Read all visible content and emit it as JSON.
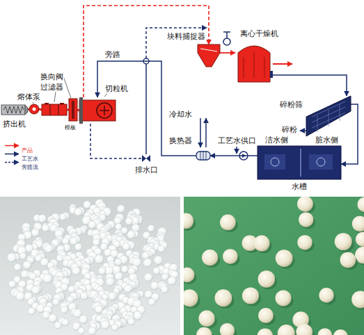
{
  "diagram": {
    "nodes": [
      {
        "text": [
          "挤出机"
        ]
      },
      {
        "text": [
          "熔体泵"
        ]
      },
      {
        "text": [
          "过滤器"
        ]
      },
      {
        "text": [
          "换向阀"
        ]
      },
      {
        "text": [
          "切粒机"
        ]
      },
      {
        "text": [
          "块料捕捉器"
        ]
      },
      {
        "text": [
          "离心干燥机"
        ]
      },
      {
        "text": [
          "换热器"
        ]
      },
      {
        "text": [
          "碎粉筛"
        ]
      },
      {
        "text": [
          "水槽"
        ]
      }
    ],
    "edges": [
      {
        "from": 0,
        "to": 1,
        "arrow": "none"
      },
      {
        "from": 1,
        "to": 2,
        "arrow": "none"
      },
      {
        "from": 2,
        "to": 3,
        "arrow": "none"
      },
      {
        "from": 3,
        "to": 4,
        "arrow": "none"
      },
      {
        "from": 4,
        "to": 5,
        "arrow": "to"
      },
      {
        "from": 5,
        "to": 6,
        "arrow": "to"
      },
      {
        "from": 7,
        "to": 4,
        "arrow": "to"
      },
      {
        "from": 9,
        "to": 7,
        "arrow": "to"
      },
      {
        "from": 6,
        "to": 8,
        "arrow": "to"
      },
      {
        "from": 8,
        "to": 9,
        "arrow": "to"
      }
    ],
    "labels": [
      "模板",
      "旁路",
      "冷却水",
      "碎粉",
      "工艺水供口",
      "洁水侧",
      "脏水侧",
      "排水口"
    ],
    "legend": [
      {
        "text": "产品"
      },
      {
        "text": "工艺水"
      },
      {
        "text": "旁路流"
      }
    ]
  }
}
